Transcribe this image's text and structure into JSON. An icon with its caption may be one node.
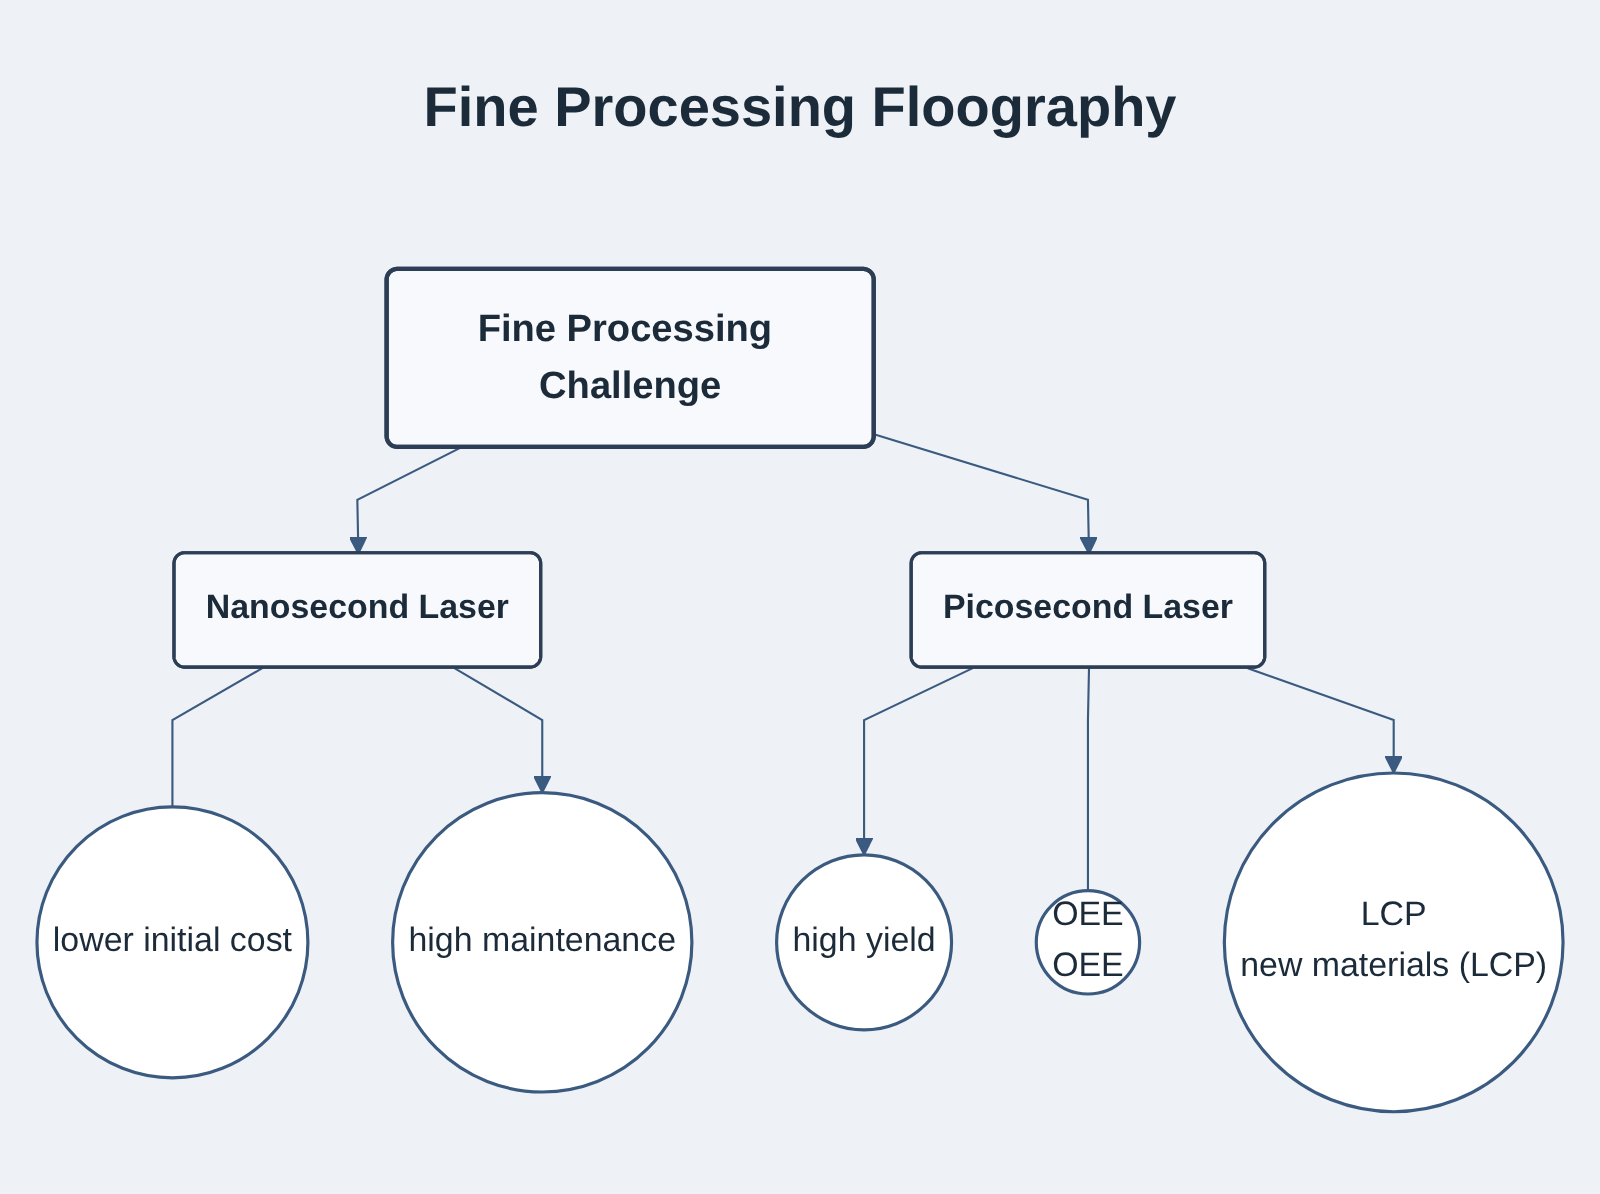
{
  "diagram": {
    "title": "Fine Processing Floography",
    "nodes": [
      {
        "text": [
          "Fine Processing Challenge"
        ]
      },
      {
        "text": [
          "Nanosecond Laser"
        ]
      },
      {
        "text": [
          "lower initial cost"
        ]
      },
      {
        "text": [
          "high maintenance"
        ]
      },
      {
        "text": [
          "Picosecond Laser"
        ]
      },
      {
        "text": [
          "high yield"
        ]
      },
      {
        "text": [
          "OEE",
          "OEE"
        ]
      },
      {
        "text": [
          "LCP",
          "new materials (LCP)"
        ]
      }
    ],
    "edges": [
      {
        "from": 0,
        "to": 1,
        "arrow": "to"
      },
      {
        "from": 0,
        "to": 4,
        "arrow": "to"
      },
      {
        "from": 1,
        "to": 2,
        "arrow": "none"
      },
      {
        "from": 1,
        "to": 3,
        "arrow": "to"
      },
      {
        "from": 4,
        "to": 5,
        "arrow": "to"
      },
      {
        "from": 4,
        "to": 6,
        "arrow": "none"
      },
      {
        "from": 4,
        "to": 7,
        "arrow": "to"
      }
    ]
  }
}
